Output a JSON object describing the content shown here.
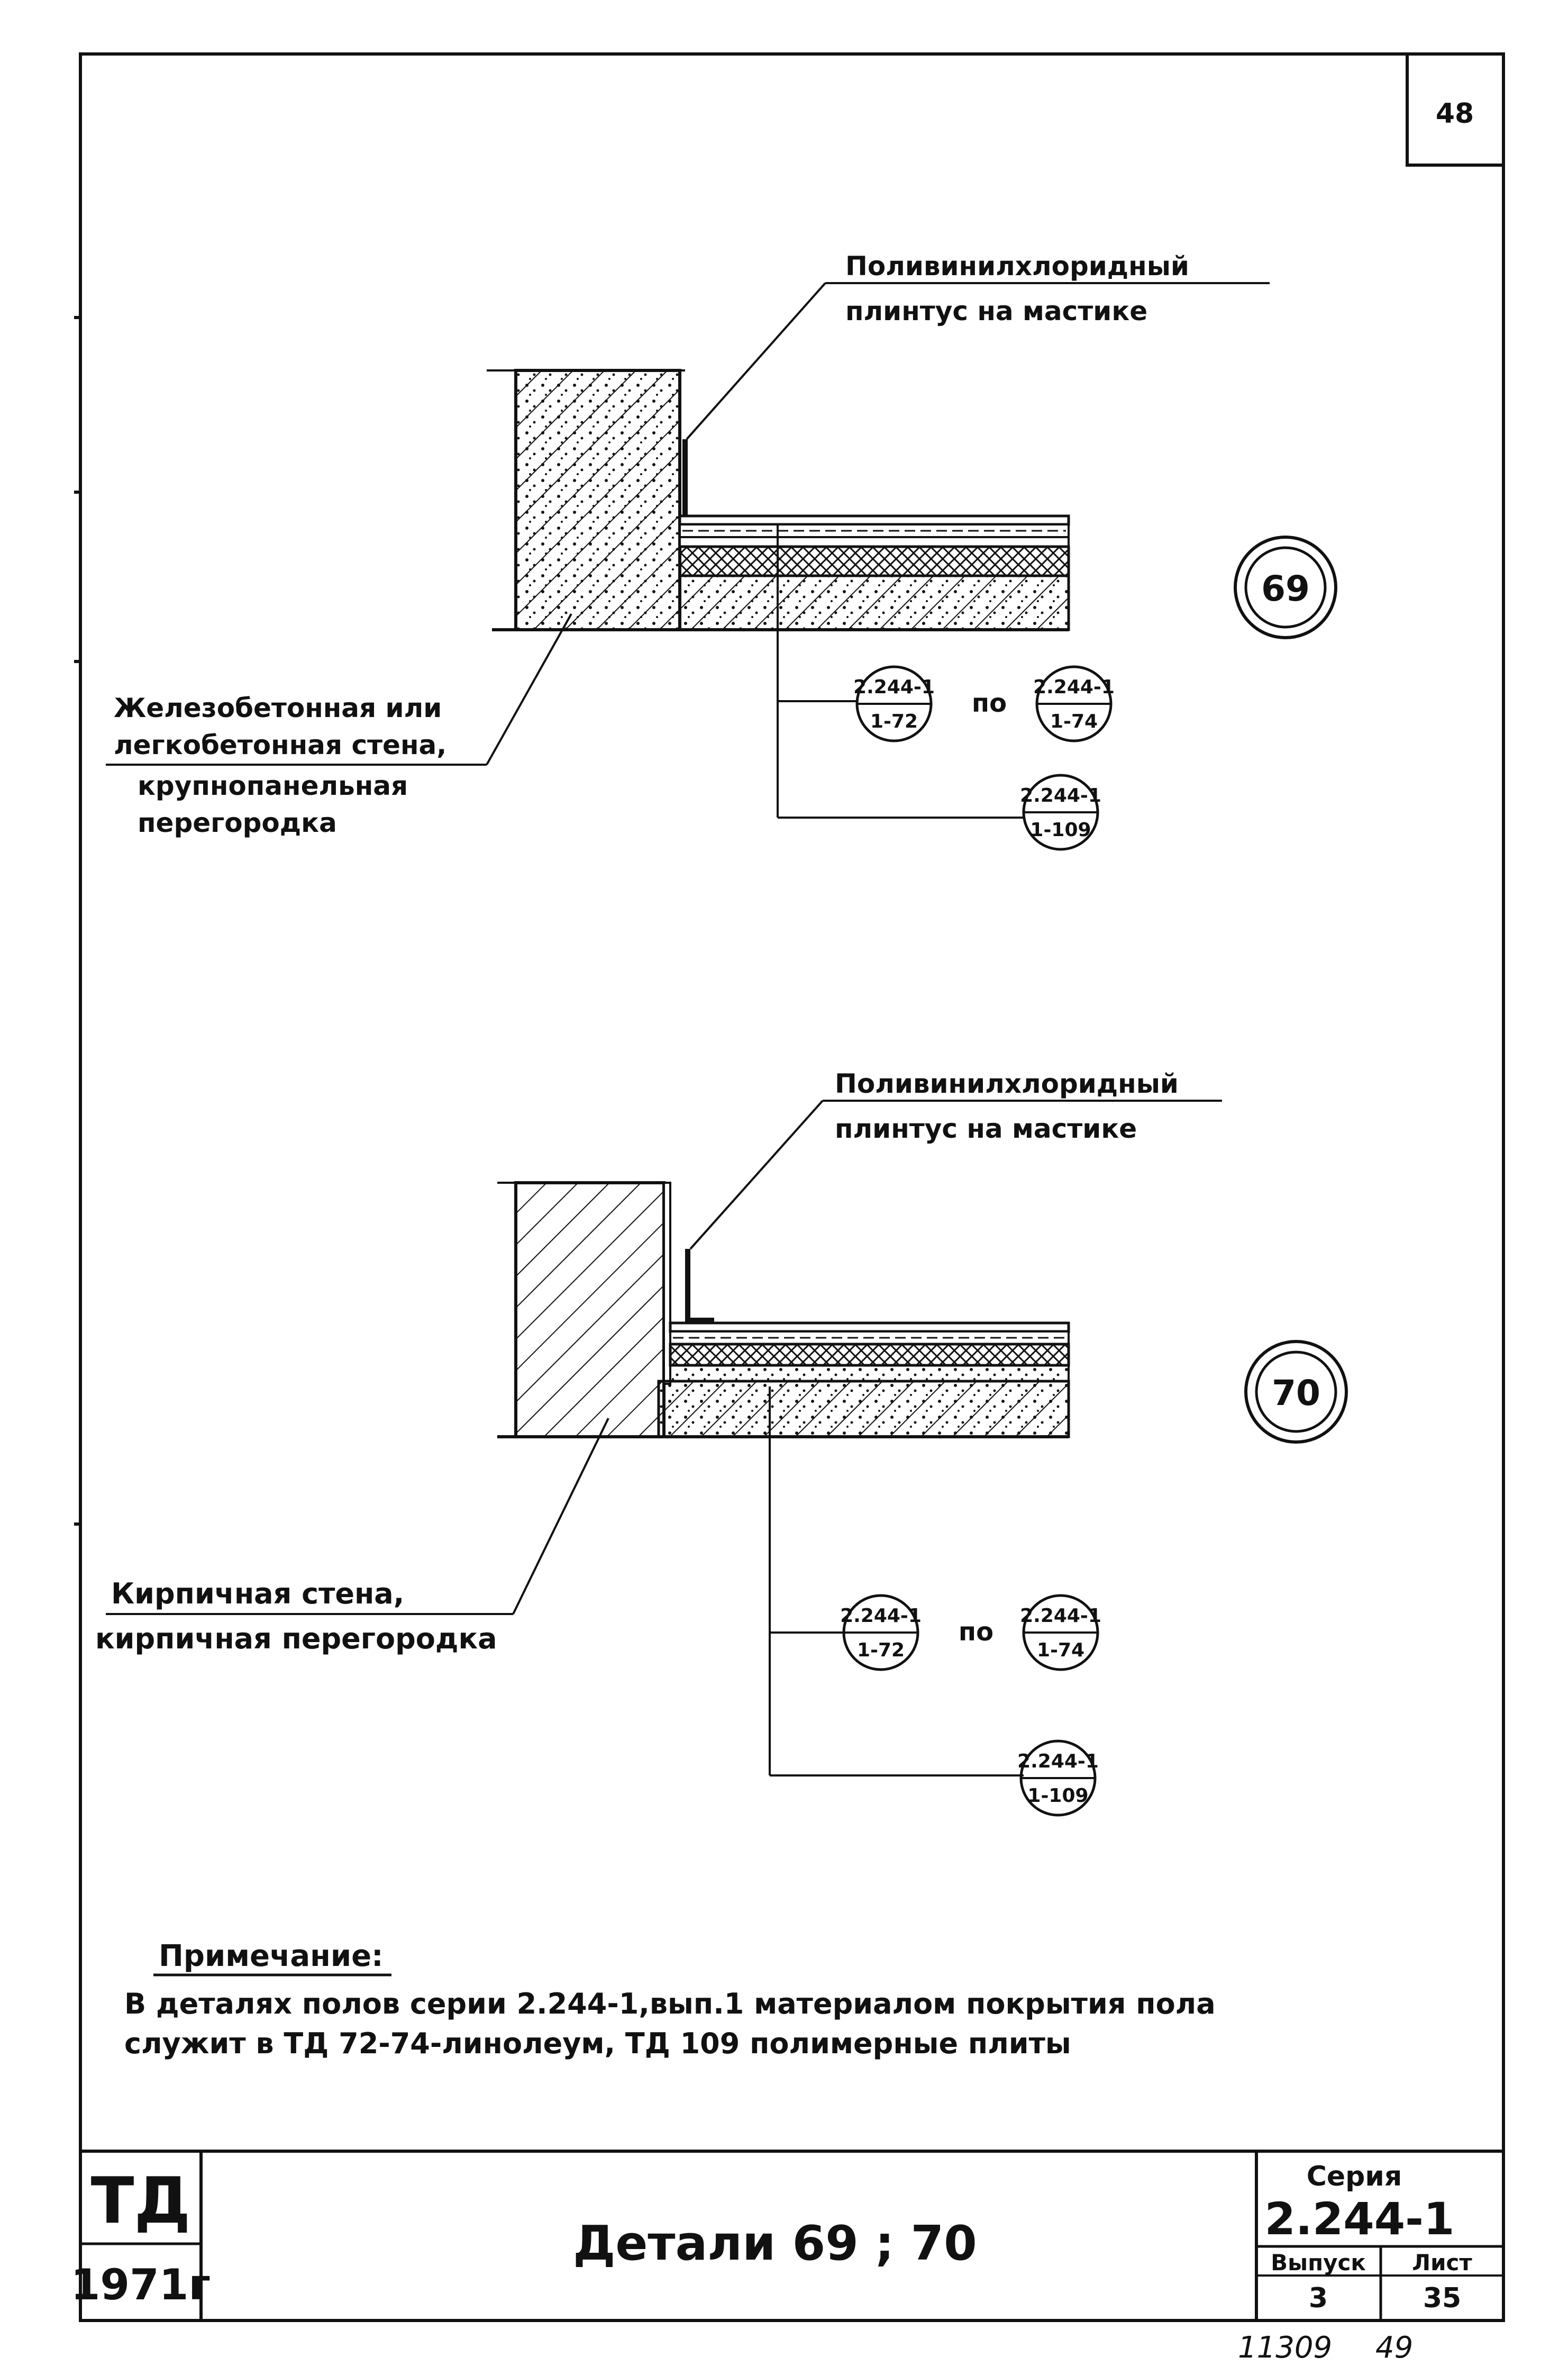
{
  "page": {
    "sheet_number": "48"
  },
  "detail_69": {
    "id": "69",
    "plinth_label_line1": "Поливинилхлоридный",
    "plinth_label_line2": "плинтус на мастике",
    "wall_label_line1": "Железобетонная или",
    "wall_label_line2": "легкобетонная стена,",
    "wall_label_line3": "крупнопанельная",
    "wall_label_line4": "перегородка",
    "ref_a": {
      "top": "2.244-1",
      "bottom": "1-72"
    },
    "ref_b": {
      "top": "2.244-1",
      "bottom": "1-74"
    },
    "ref_c": {
      "top": "2.244-1",
      "bottom": "1-109"
    },
    "range_word": "по"
  },
  "detail_70": {
    "id": "70",
    "plinth_label_line1": "Поливинилхлоридный",
    "plinth_label_line2": "плинтус на мастике",
    "wall_label_line1": "Кирпичная стена,",
    "wall_label_line2": "кирпичная перегородка",
    "ref_a": {
      "top": "2.244-1",
      "bottom": "1-72"
    },
    "ref_b": {
      "top": "2.244-1",
      "bottom": "1-74"
    },
    "ref_c": {
      "top": "2.244-1",
      "bottom": "1-109"
    },
    "range_word": "по"
  },
  "note": {
    "title": "Примечание:",
    "line1": "В деталях полов серии 2.244-1,вып.1 материалом покрытия пола",
    "line2": "служит в ТД 72-74-линолеум, ТД 109 полимерные плиты"
  },
  "title_block": {
    "org": "ТД",
    "year": "1971г",
    "title": "Детали 69 ; 70",
    "series_label": "Серия",
    "series_value": "2.244-1",
    "issue_label": "Выпуск",
    "issue_value": "3",
    "sheet_label": "Лист",
    "sheet_value": "35"
  },
  "footer": {
    "number_left": "11309",
    "number_right": "49"
  }
}
